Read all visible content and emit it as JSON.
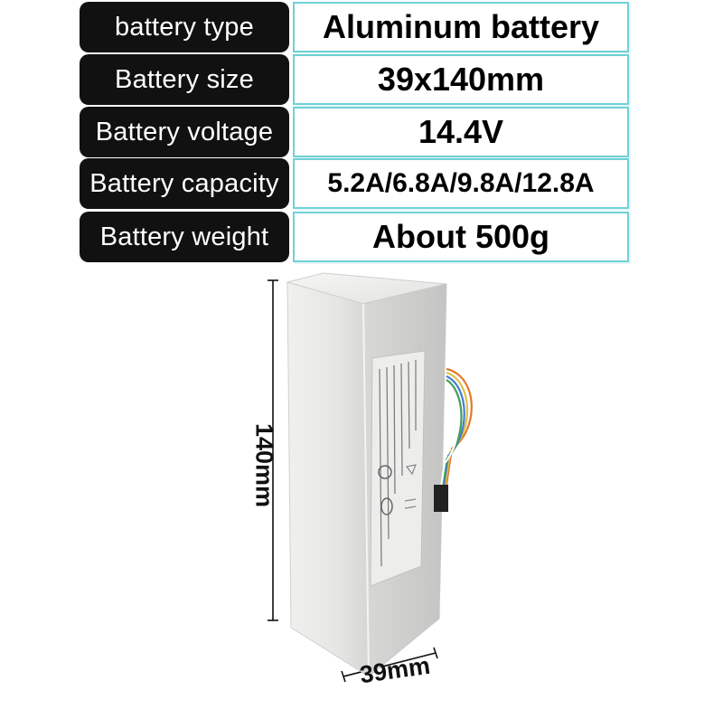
{
  "specs": [
    {
      "label": "battery type",
      "value": "Aluminum battery"
    },
    {
      "label": "Battery size",
      "value": "39x140mm"
    },
    {
      "label": "Battery voltage",
      "value": "14.4V"
    },
    {
      "label": "Battery capacity",
      "value": "5.2A/6.8A/9.8A/12.8A"
    },
    {
      "label": "Battery weight",
      "value": "About 500g"
    }
  ],
  "dimensions": {
    "height": "140mm",
    "width": "39mm"
  },
  "colors": {
    "label_bg": "#111111",
    "value_border": "#6fd1d6",
    "battery_body": "#ebebea"
  }
}
